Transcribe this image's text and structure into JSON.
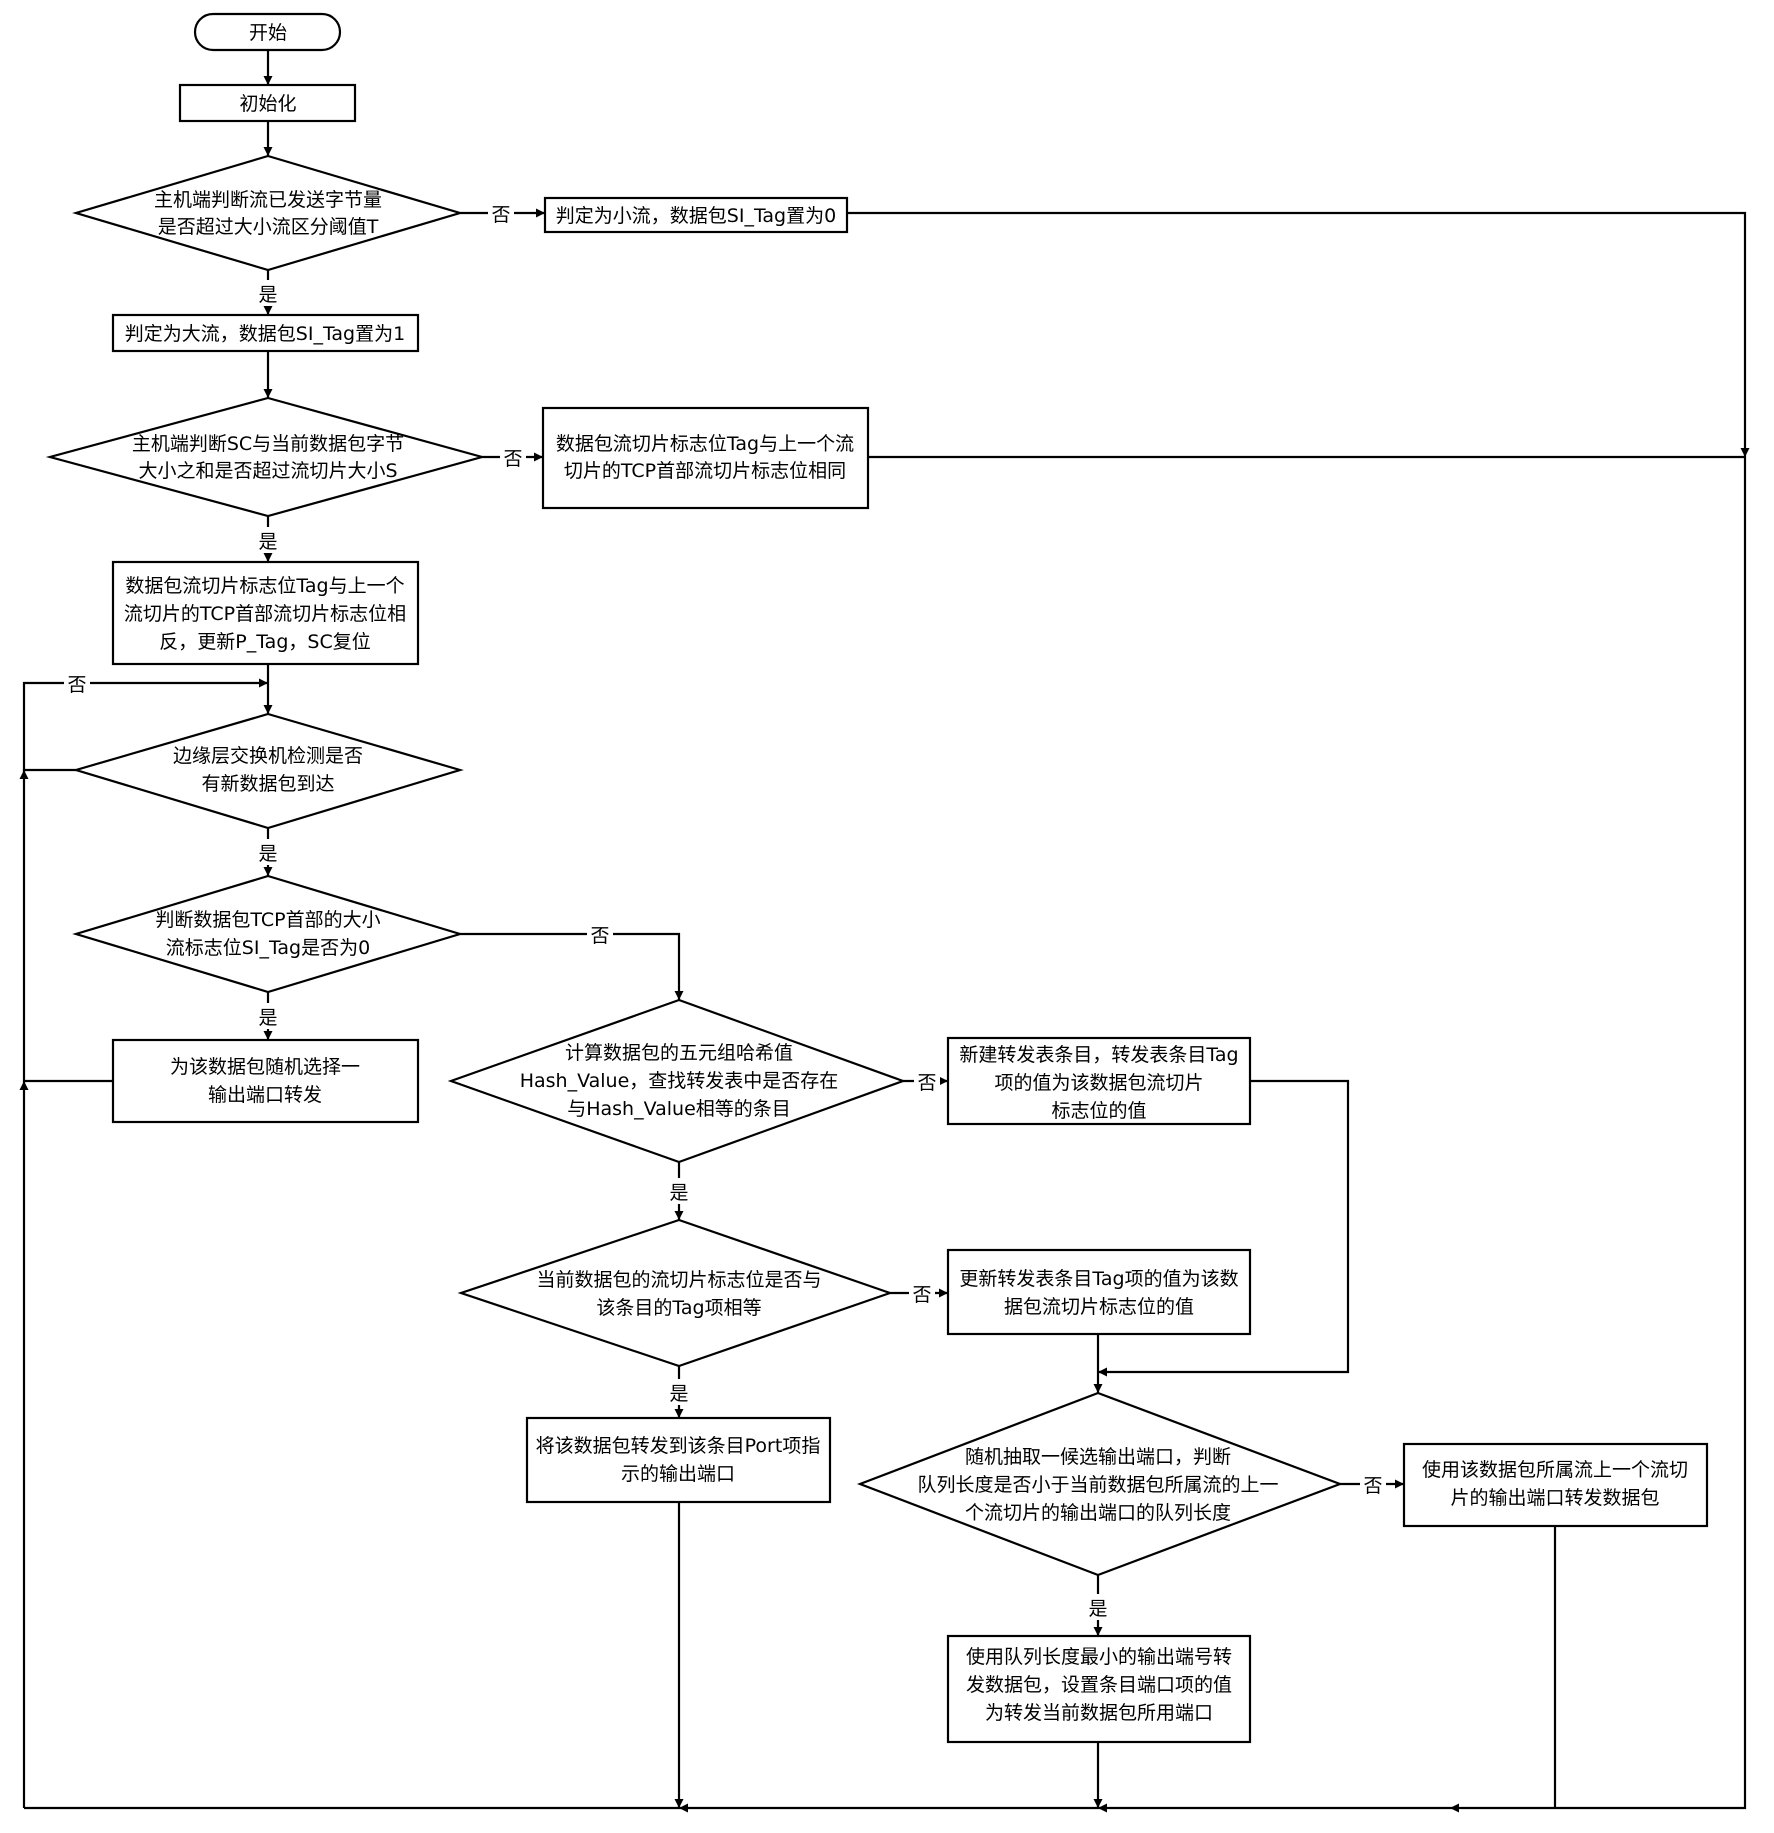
{
  "nodes": {
    "start": [
      "开始"
    ],
    "init": [
      "初始化"
    ],
    "d_threshold": [
      "主机端判断流已发送字节量",
      "是否超过大小流区分阈值T"
    ],
    "small_flow": [
      "判定为小流，数据包SI_Tag置为0"
    ],
    "big_flow": [
      "判定为大流，数据包SI_Tag置为1"
    ],
    "d_slice": [
      "主机端判断SC与当前数据包字节",
      "大小之和是否超过流切片大小S"
    ],
    "tag_same": [
      "数据包流切片标志位Tag与上一个流",
      "切片的TCP首部流切片标志位相同"
    ],
    "tag_flip": [
      "数据包流切片标志位Tag与上一个",
      "流切片的TCP首部流切片标志位相",
      "反，更新P_Tag，SC复位"
    ],
    "d_arrive": [
      "边缘层交换机检测是否",
      "有新数据包到达"
    ],
    "d_si_tag": [
      "判断数据包TCP首部的大小",
      "流标志位SI_Tag是否为0"
    ],
    "random_port": [
      "为该数据包随机选择一",
      "输出端口转发"
    ],
    "d_hash": [
      "计算数据包的五元组哈希值",
      "Hash_Value，查找转发表中是否存在",
      "与Hash_Value相等的条目"
    ],
    "new_entry": [
      "新建转发表条目，转发表条目Tag",
      "项的值为该数据包流切片",
      "标志位的值"
    ],
    "d_tag_eq": [
      "当前数据包的流切片标志位是否与",
      "该条目的Tag项相等"
    ],
    "update_tag": [
      "更新转发表条目Tag项的值为该数",
      "据包流切片标志位的值"
    ],
    "forward_port": [
      "将该数据包转发到该条目Port项指",
      "示的输出端口"
    ],
    "d_queue": [
      "随机抽取一候选输出端口，判断",
      "队列长度是否小于当前数据包所属流的上一",
      "个流切片的输出端口的队列长度"
    ],
    "use_prev": [
      "使用该数据包所属流上一个流切",
      "片的输出端口转发数据包"
    ],
    "use_min": [
      "使用队列长度最小的输出端号转",
      "发数据包，设置条目端口项的值",
      "为转发当前数据包所用端口"
    ]
  },
  "branch_labels": {
    "yes": "是",
    "no": "否"
  }
}
